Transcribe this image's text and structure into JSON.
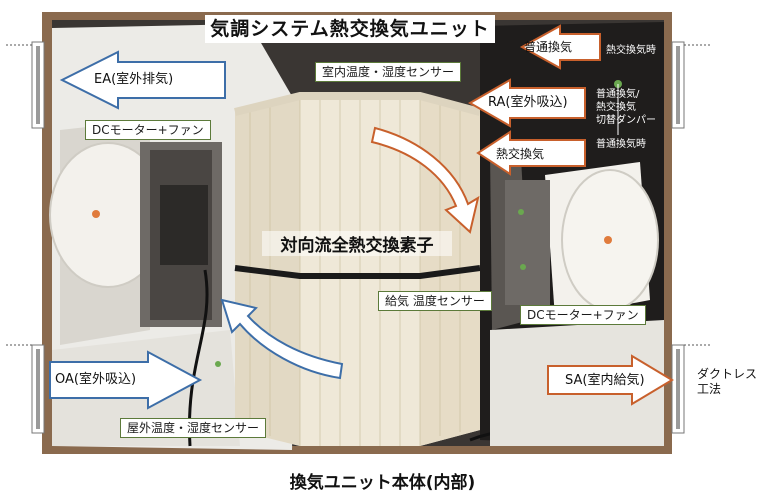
{
  "title": "気調システム熱交換気ユニット",
  "caption": "換気ユニット本体(内部)",
  "core_label": "対向流全熱交換素子",
  "labels": {
    "indoor_sensor": "室内温度・湿度センサー",
    "dc_fan_left": "DCモーター+ファン",
    "dc_fan_right": "DCモーター+ファン",
    "supply_sensor": "給気 温度センサー",
    "outdoor_sensor": "屋外温度・湿度センサー"
  },
  "arrows": {
    "ea": "EA(室外排気)",
    "oa": "OA(室外吸込)",
    "ra": "RA(室外吸込)",
    "sa": "SA(室内給気)",
    "normal_vent": "普通換気",
    "heat_exchange_vent": "熱交換気"
  },
  "damper_notes": {
    "heat_exchange_mode": "熱交換気時",
    "switch_damper": [
      "普通換気/",
      "熱交換気",
      "切替ダンパー"
    ],
    "normal_mode": "普通換気時"
  },
  "ductless": [
    "ダクトレス",
    "工法"
  ],
  "colors": {
    "frame": "#8a6a4e",
    "label_border": "#5c7a3a",
    "arrow_outline": "#c8602c",
    "arrow_blue": "#3d6ea8",
    "insulation": "#ecebe7",
    "core": "#efe8d8",
    "dark_right": "#1f1d1c"
  }
}
